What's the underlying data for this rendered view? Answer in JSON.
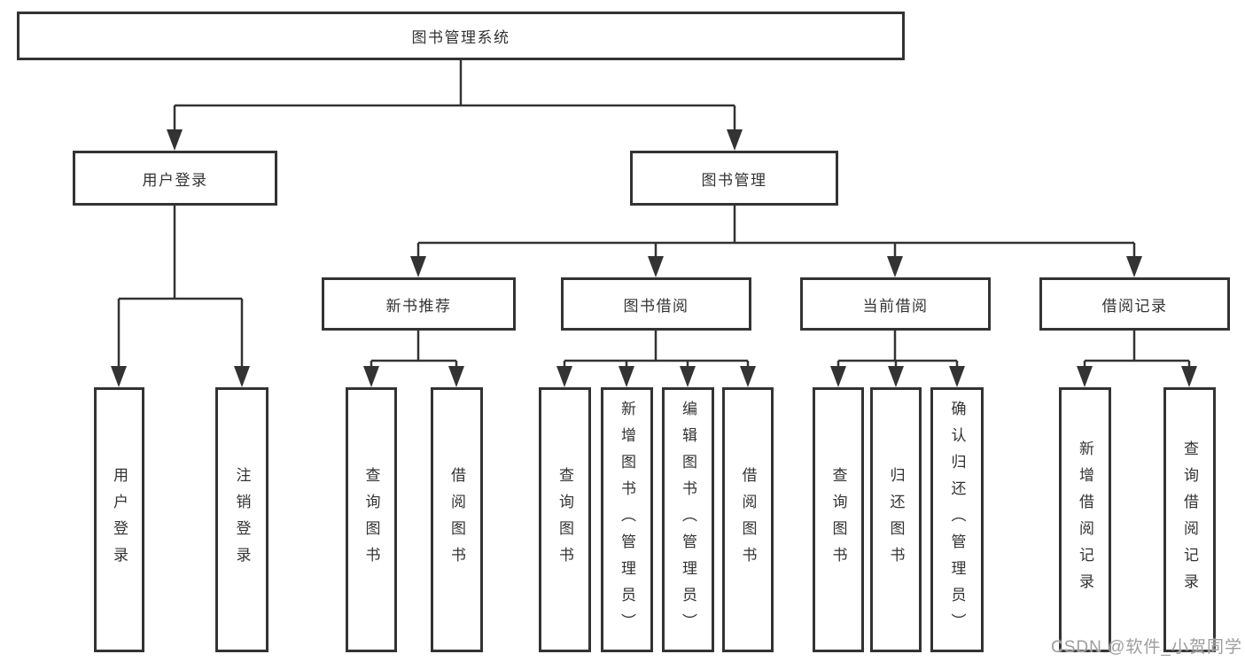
{
  "page": {
    "background": "#ffffff",
    "watermark": "CSDN @软件_小贺同学",
    "colors": {
      "line": "#333333",
      "border": "#333333",
      "text": "#333333",
      "watermark": "#9d9d9d"
    }
  },
  "tree": {
    "label": "图书管理系统",
    "children": [
      {
        "label": "用户登录",
        "children": [
          {
            "label": "用户登录"
          },
          {
            "label": "注销登录"
          }
        ]
      },
      {
        "label": "图书管理",
        "children": [
          {
            "label": "新书推荐",
            "children": [
              {
                "label": "查询图书"
              },
              {
                "label": "借阅图书"
              }
            ]
          },
          {
            "label": "图书借阅",
            "children": [
              {
                "label": "查询图书"
              },
              {
                "label": "新增图书（管理员）"
              },
              {
                "label": "编辑图书（管理员）"
              },
              {
                "label": "借阅图书"
              }
            ]
          },
          {
            "label": "当前借阅",
            "children": [
              {
                "label": "查询图书"
              },
              {
                "label": "归还图书"
              },
              {
                "label": "确认归还（管理员）"
              }
            ]
          },
          {
            "label": "借阅记录",
            "children": [
              {
                "label": "新增借阅记录"
              },
              {
                "label": "查询借阅记录"
              }
            ]
          }
        ]
      }
    ]
  }
}
